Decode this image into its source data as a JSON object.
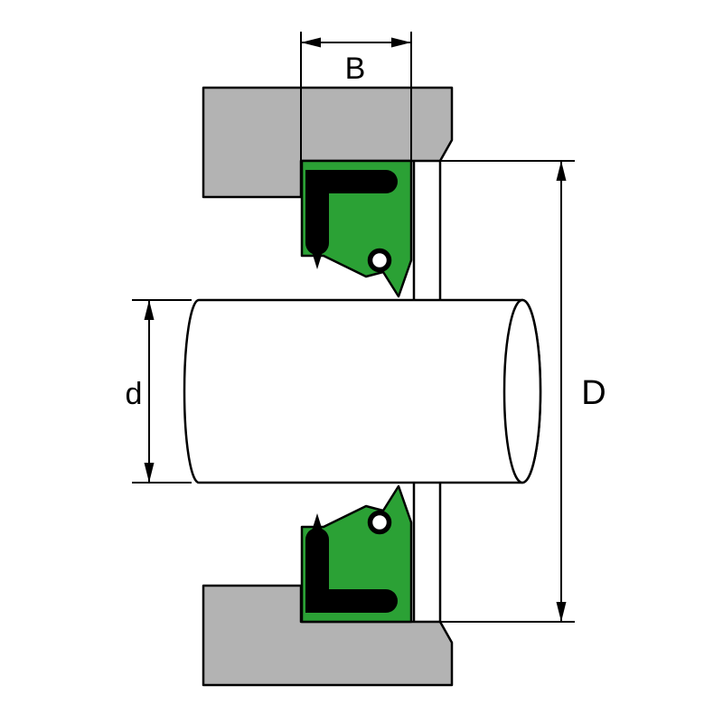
{
  "diagram": {
    "labels": {
      "seal_width": "B",
      "shaft_diameter": "d",
      "bore_diameter": "D"
    },
    "colors": {
      "housing": "#b3b3b3",
      "seal_body": "#2ba135",
      "metal_case": "#000000",
      "shaft": "#ffffff",
      "spring": "#ffffff",
      "outline": "#000000",
      "background": "#ffffff"
    }
  }
}
